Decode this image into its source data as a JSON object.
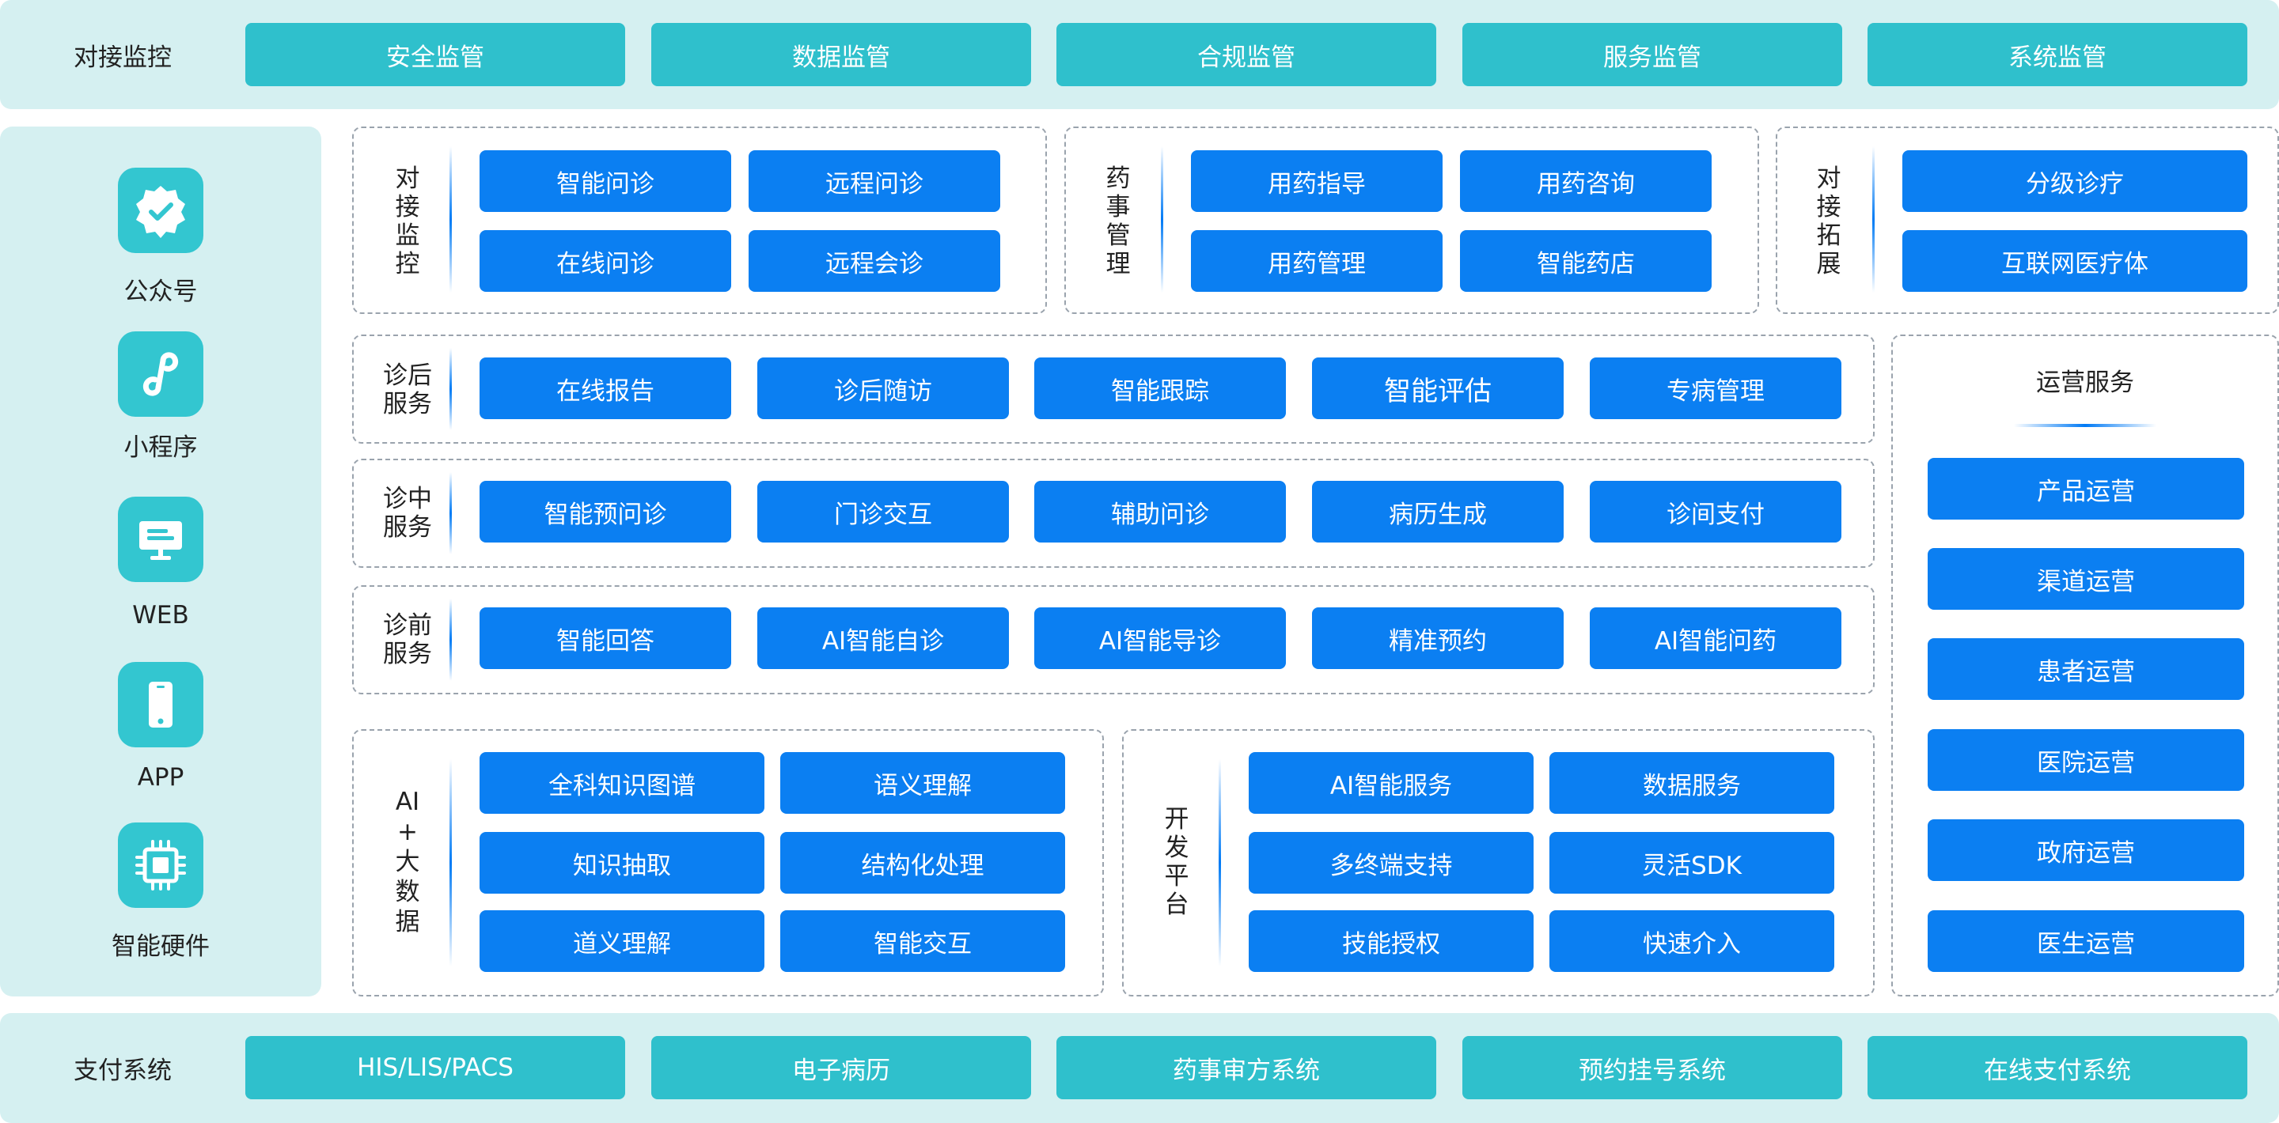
{
  "top_band": {
    "label": "对接监控",
    "items": [
      "安全监管",
      "数据监管",
      "合规监管",
      "服务监管",
      "系统监管"
    ]
  },
  "bottom_band": {
    "label": "支付系统",
    "items": [
      "HIS/LIS/PACS",
      "电子病历",
      "药事审方系统",
      "预约挂号系统",
      "在线支付系统"
    ]
  },
  "sidebar": {
    "items": [
      {
        "label": "公众号",
        "icon": "badge-check-icon"
      },
      {
        "label": "小程序",
        "icon": "mini-program-icon"
      },
      {
        "label": "WEB",
        "icon": "monitor-icon"
      },
      {
        "label": "APP",
        "icon": "smartphone-icon"
      },
      {
        "label": "智能硬件",
        "icon": "chip-icon"
      }
    ]
  },
  "group_docking": {
    "label": [
      "对",
      "接",
      "监",
      "控"
    ],
    "buttons": [
      "智能问诊",
      "远程问诊",
      "在线问诊",
      "远程会诊"
    ]
  },
  "group_pharmacy": {
    "label": [
      "药",
      "事",
      "管",
      "理"
    ],
    "buttons": [
      "用药指导",
      "用药咨询",
      "用药管理",
      "智能药店"
    ]
  },
  "group_expansion": {
    "label": [
      "对",
      "接",
      "拓",
      "展"
    ],
    "buttons": [
      "分级诊疗",
      "互联网医疗体"
    ]
  },
  "row_post": {
    "label": [
      "诊后",
      "服务"
    ],
    "buttons": [
      "在线报告",
      "诊后随访",
      "智能跟踪",
      "智能评估",
      "专病管理"
    ]
  },
  "row_during": {
    "label": [
      "诊中",
      "服务"
    ],
    "buttons": [
      "智能预问诊",
      "门诊交互",
      "辅助问诊",
      "病历生成",
      "诊间支付"
    ]
  },
  "row_pre": {
    "label": [
      "诊前",
      "服务"
    ],
    "buttons": [
      "智能回答",
      "AI智能自诊",
      "AI智能导诊",
      "精准预约",
      "AI智能问药"
    ]
  },
  "group_ai": {
    "label": [
      "AI",
      "+",
      "大",
      "数",
      "据"
    ],
    "buttons": [
      "全科知识图谱",
      "语义理解",
      "知识抽取",
      "结构化处理",
      "道义理解",
      "智能交互"
    ]
  },
  "group_dev": {
    "label": [
      "开",
      "发",
      "平",
      "台"
    ],
    "buttons": [
      "AI智能服务",
      "数据服务",
      "多终端支持",
      "灵活SDK",
      "技能授权",
      "快速介入"
    ]
  },
  "operations": {
    "title": "运营服务",
    "items": [
      "产品运营",
      "渠道运营",
      "患者运营",
      "医院运营",
      "政府运营",
      "医生运营"
    ]
  },
  "colors": {
    "teal": "#2fc0cc",
    "blue": "#0b7ff2",
    "band_bg": "#d5f0f1"
  }
}
